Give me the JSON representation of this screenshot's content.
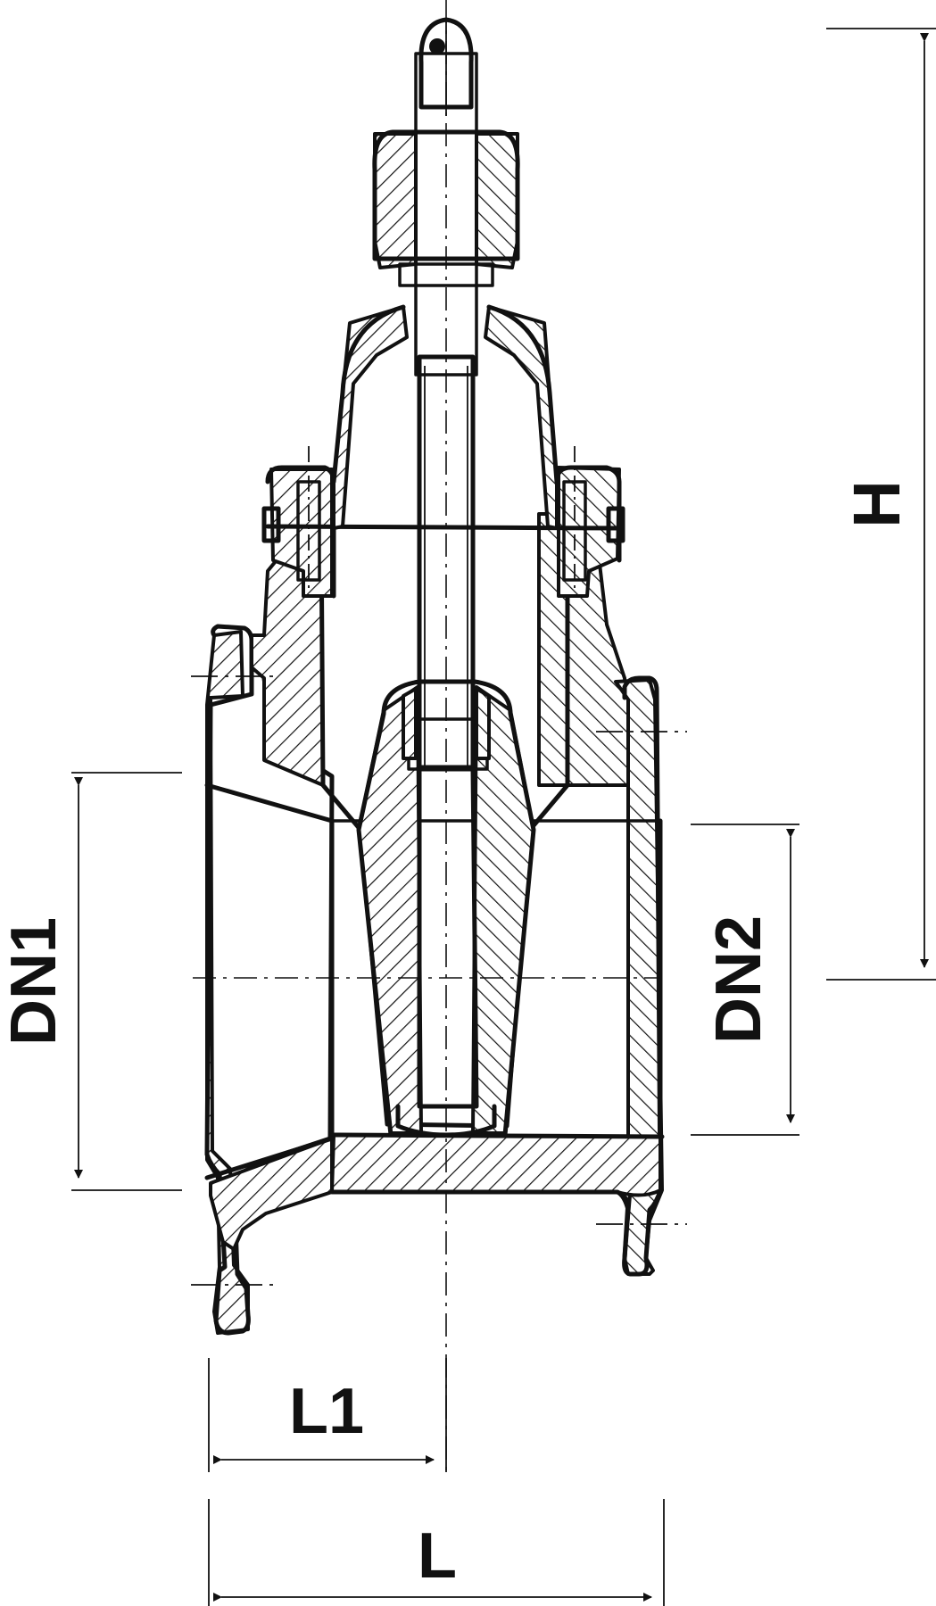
{
  "labels": {
    "h": "H",
    "dn1": "DN1",
    "dn2": "DN2",
    "l1": "L1",
    "l": "L"
  },
  "colors": {
    "line": "#111111",
    "background": "#ffffff"
  }
}
